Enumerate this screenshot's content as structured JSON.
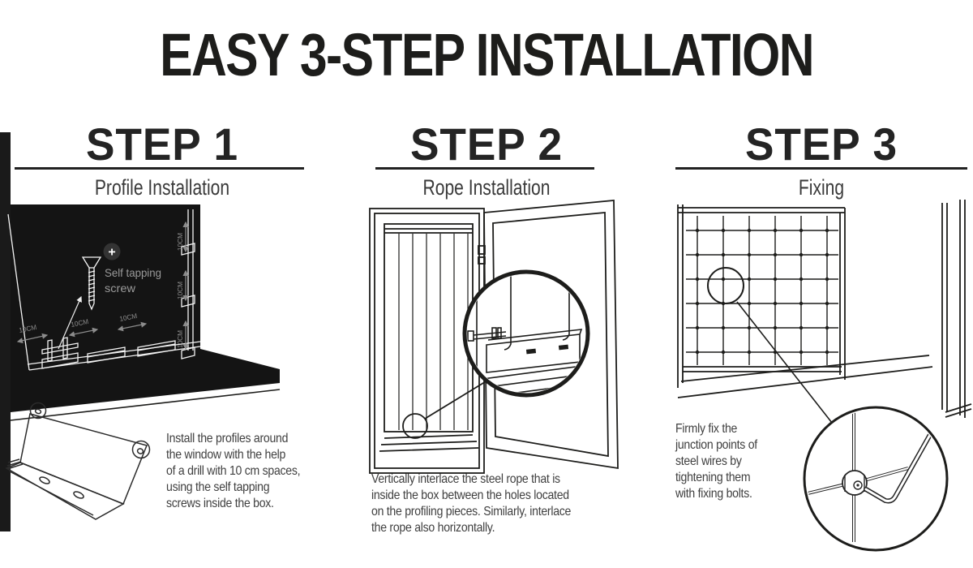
{
  "colors": {
    "ink": "#1d1d1b",
    "heading": "#242424",
    "subtitle_gray": "#3a3a3a",
    "body_gray": "#3f3f3f",
    "callout_gray": "#9a9a9a",
    "dimension_gray": "#8c8c8c",
    "badge_bg": "#333333",
    "white": "#ffffff"
  },
  "title": "EASY 3-STEP INSTALLATION",
  "steps": [
    {
      "heading": "STEP 1",
      "subtitle": "Profile Installation",
      "description_lines": [
        "Install the profiles around",
        "the window with the help",
        "of a drill with 10 cm spaces,",
        "using the self tapping",
        "screws inside the box."
      ],
      "callout": {
        "icon": "+",
        "line1": "Self tapping",
        "line2": "screw"
      },
      "dim_labels": [
        "10CM",
        "10CM",
        "10CM",
        "10CM",
        "10CM",
        "10CM"
      ]
    },
    {
      "heading": "STEP 2",
      "subtitle": "Rope Installation",
      "description_lines": [
        "Vertically interlace the steel rope that is",
        "inside the box between the holes located",
        "on the profiling pieces. Similarly, interlace",
        "the rope also horizontally."
      ]
    },
    {
      "heading": "STEP 3",
      "subtitle": "Fixing",
      "description_lines": [
        "Firmly fix the",
        "junction points of",
        "steel wires by",
        "tightening them",
        "with fixing bolts."
      ]
    }
  ]
}
